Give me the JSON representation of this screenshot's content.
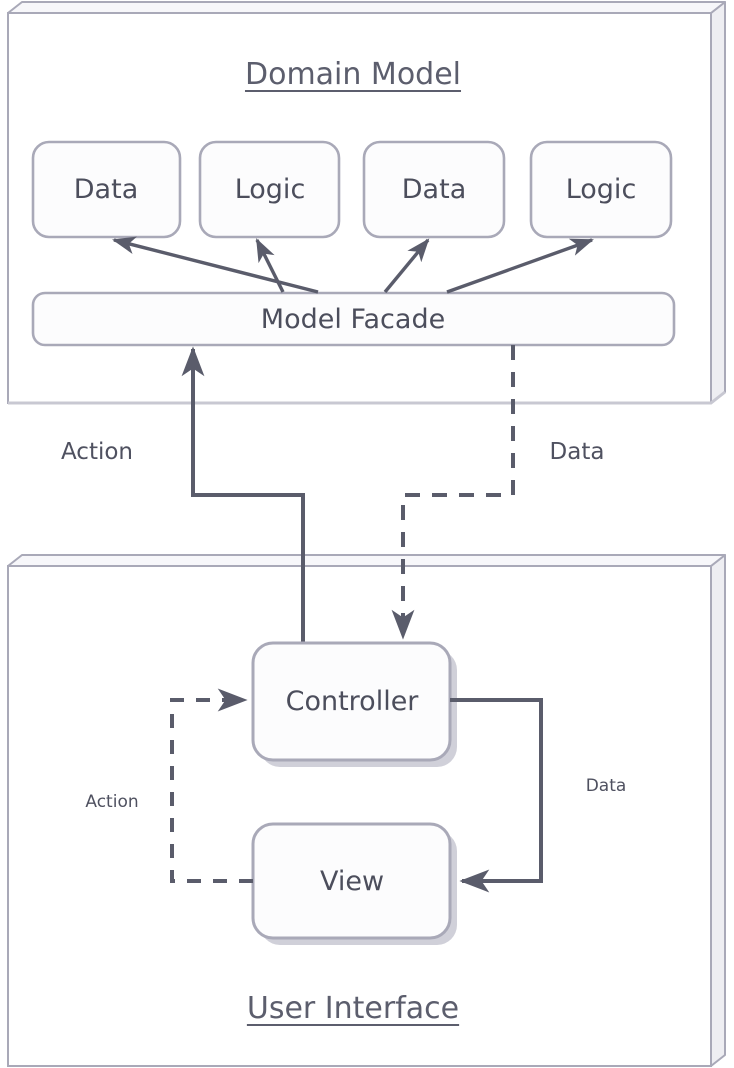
{
  "diagram": {
    "type": "architecture-block-diagram",
    "containers": [
      {
        "id": "domain-model",
        "title": "Domain Model",
        "title_position": "top",
        "nodes": [
          {
            "id": "data-1",
            "label": "Data"
          },
          {
            "id": "logic-1",
            "label": "Logic"
          },
          {
            "id": "data-2",
            "label": "Data"
          },
          {
            "id": "logic-2",
            "label": "Logic"
          },
          {
            "id": "model-facade",
            "label": "Model Facade"
          }
        ]
      },
      {
        "id": "user-interface",
        "title": "User Interface",
        "title_position": "bottom",
        "nodes": [
          {
            "id": "controller",
            "label": "Controller"
          },
          {
            "id": "view",
            "label": "View"
          }
        ]
      }
    ],
    "edge_labels": {
      "action_outer": "Action",
      "data_outer": "Data",
      "action_inner": "Action",
      "data_inner": "Data"
    },
    "edges": [
      {
        "from": "model-facade",
        "to": "data-1",
        "style": "solid",
        "arrow": "end",
        "label": ""
      },
      {
        "from": "model-facade",
        "to": "logic-1",
        "style": "solid",
        "arrow": "end",
        "label": ""
      },
      {
        "from": "model-facade",
        "to": "data-2",
        "style": "solid",
        "arrow": "end",
        "label": ""
      },
      {
        "from": "model-facade",
        "to": "logic-2",
        "style": "solid",
        "arrow": "end",
        "label": ""
      },
      {
        "from": "controller",
        "to": "model-facade",
        "style": "solid",
        "arrow": "end",
        "label": "Action"
      },
      {
        "from": "model-facade",
        "to": "controller",
        "style": "dashed",
        "arrow": "end",
        "label": "Data"
      },
      {
        "from": "view",
        "to": "controller",
        "style": "dashed",
        "arrow": "end",
        "label": "Action"
      },
      {
        "from": "controller",
        "to": "view",
        "style": "solid",
        "arrow": "end",
        "label": "Data"
      }
    ]
  },
  "colors": {
    "container_stroke": "#a9a9b8",
    "container_fill": "#ffffff",
    "node_stroke": "#a9a9b8",
    "node_fill": "#fcfcfd",
    "edge_stroke": "#5a5c6b",
    "text": "#5a5c6b",
    "shadow": "#c8c8d2",
    "background": "#ffffff"
  }
}
